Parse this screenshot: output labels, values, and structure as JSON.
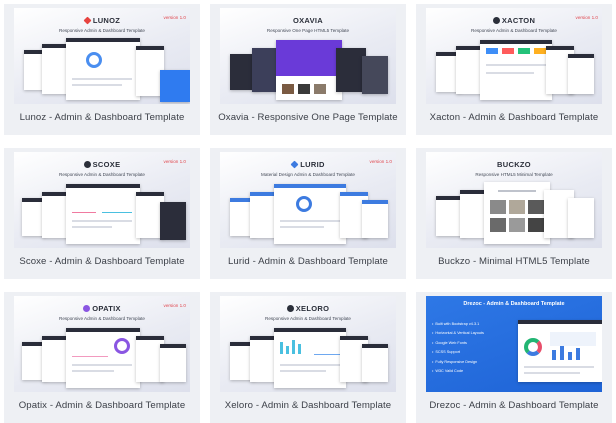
{
  "cards": [
    {
      "brand": "LUNOZ",
      "subtitle": "Responsive Admin & Dashboard Template",
      "version": "version 1.0",
      "caption": "Lunoz - Admin & Dashboard Template",
      "logo_color": "#e7433f",
      "logo_icon": "heart-icon"
    },
    {
      "brand": "OXAVIA",
      "subtitle": "Responsive One Page HTML5 Template",
      "version": "",
      "caption": "Oxavia - Responsive One Page Template",
      "logo_color": "",
      "logo_icon": ""
    },
    {
      "brand": "XACTON",
      "subtitle": "Responsive Admin & Dashboard Template",
      "version": "version 1.0",
      "caption": "Xacton - Admin & Dashboard Template",
      "logo_color": "#2b2f3a",
      "logo_icon": "dot-logo-icon"
    },
    {
      "brand": "SCOXE",
      "subtitle": "Responsive Admin & Dashboard Template",
      "version": "version 1.0",
      "caption": "Scoxe - Admin & Dashboard Template",
      "logo_color": "#2b2f3a",
      "logo_icon": "dot-logo-icon"
    },
    {
      "brand": "LURID",
      "subtitle": "Material Design Admin & Dashboard Template",
      "version": "version 1.0",
      "caption": "Lurid - Admin & Dashboard Template",
      "logo_color": "#3d7be0",
      "logo_icon": "diamond-logo-icon"
    },
    {
      "brand": "BUCKZO",
      "subtitle": "Responsive HTML5 Minimal Template",
      "version": "",
      "caption": "Buckzo - Minimal HTML5 Template",
      "logo_color": "",
      "logo_icon": ""
    },
    {
      "brand": "OPATIX",
      "subtitle": "Responsive Admin & Dashboard Template",
      "version": "version 1.0",
      "caption": "Opatix - Admin & Dashboard Template",
      "logo_color": "#8a56e2",
      "logo_icon": "flower-logo-icon"
    },
    {
      "brand": "XELORO",
      "subtitle": "Responsive Admin & Dashboard Template",
      "version": "",
      "caption": "Xeloro - Admin & Dashboard Template",
      "logo_color": "#2b2f3a",
      "logo_icon": "dot-logo-icon"
    },
    {
      "brand": "Drezoc - Admin & Dashboard Template",
      "subtitle": "",
      "version": "",
      "caption": "Drezoc - Admin & Dashboard Template",
      "logo_color": "",
      "logo_icon": ""
    }
  ],
  "drezoc_features": [
    "Built with Bootstrap v4.3.1",
    "Horizontal & Vertical Layouts",
    "Google Web Fonts",
    "SCSS Support",
    "Fully Responsive Design",
    "W3C Valid Code"
  ],
  "colors": {
    "card_bg": "#eef0f4",
    "caption": "#3b3f47",
    "version": "#e0464d",
    "drezoc_bg": "#2473e4"
  }
}
